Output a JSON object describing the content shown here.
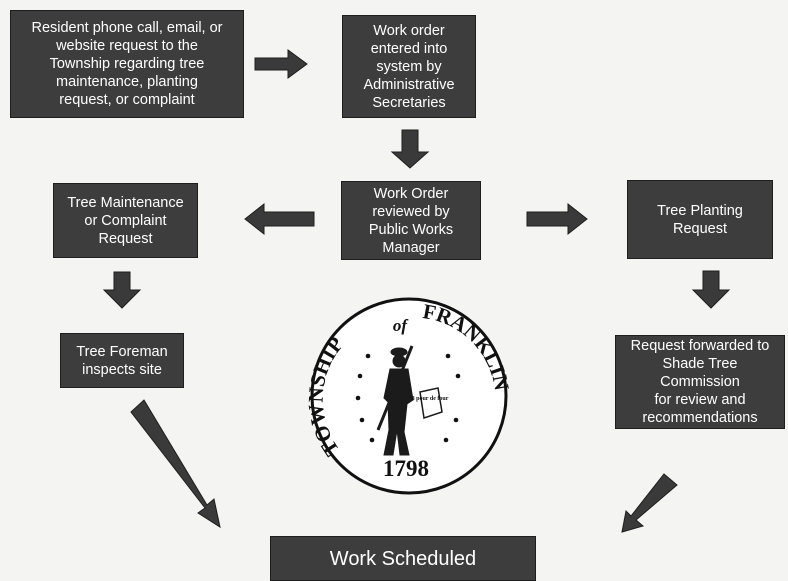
{
  "colors": {
    "box_fill": "#3d3d3d",
    "box_text": "#ffffff",
    "arrow": "#3a3a3a",
    "background": "#f4f4f2"
  },
  "boxes": {
    "resident_request": "Resident phone call, email, or\nwebsite request to the\nTownship regarding tree\nmaintenance, planting\nrequest, or complaint",
    "work_order_entered": "Work order\nentered into\nsystem by\nAdministrative\nSecretaries",
    "work_order_reviewed": "Work Order\nreviewed by\nPublic Works\nManager",
    "tree_maintenance": "Tree Maintenance\nor Complaint\nRequest",
    "tree_planting": "Tree Planting\nRequest",
    "tree_foreman": "Tree Foreman\ninspects site",
    "shade_tree_commission": "Request forwarded to\nShade Tree Commission\nfor review and\nrecommendations",
    "work_scheduled": "Work Scheduled"
  },
  "seal": {
    "top_text_left": "TOWNSHIP",
    "top_text_of": "of",
    "top_text_right": "FRANKLIN",
    "scroll_text": "8 pour\nde\nfour",
    "year": "1798"
  }
}
